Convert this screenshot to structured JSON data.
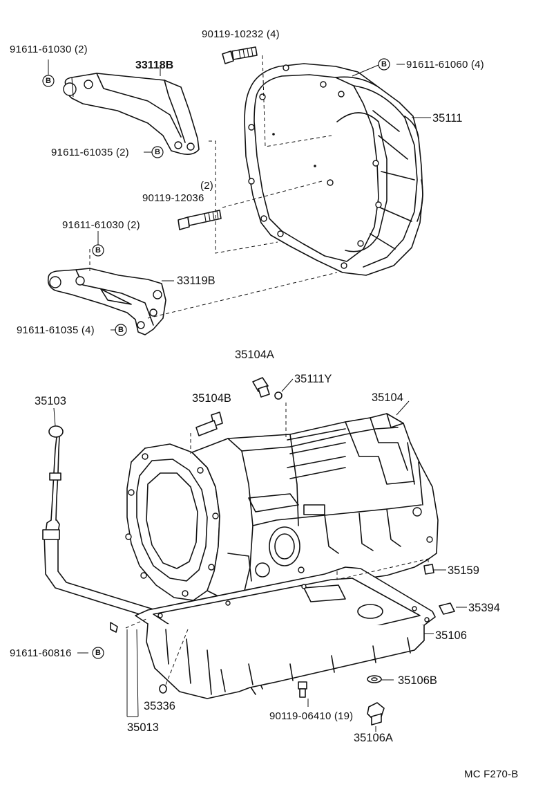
{
  "labels": {
    "p_91611_61030_top": "91611-61030 (2)",
    "p_33118B": "33118B",
    "p_90119_10232": "90119-10232 (4)",
    "p_91611_61060": "91611-61060 (4)",
    "p_35111": "35111",
    "p_91611_61035_top": "91611-61035 (2)",
    "p_90119_12036_qty": "(2)",
    "p_90119_12036": "90119-12036",
    "p_91611_61030_mid": "91611-61030 (2)",
    "p_33119B": "33119B",
    "p_91611_61035_mid": "91611-61035 (4)",
    "p_35104A": "35104A",
    "p_35111Y": "35111Y",
    "p_35103": "35103",
    "p_35104B": "35104B",
    "p_35104": "35104",
    "p_35159": "35159",
    "p_35394": "35394",
    "p_35106": "35106",
    "p_91611_60816": "91611-60816",
    "p_35106B": "35106B",
    "p_35336": "35336",
    "p_90119_06410": "90119-06410 (19)",
    "p_35013": "35013",
    "p_35106A": "35106A",
    "footer": "MC  F270-B"
  },
  "badge_letter": "B"
}
